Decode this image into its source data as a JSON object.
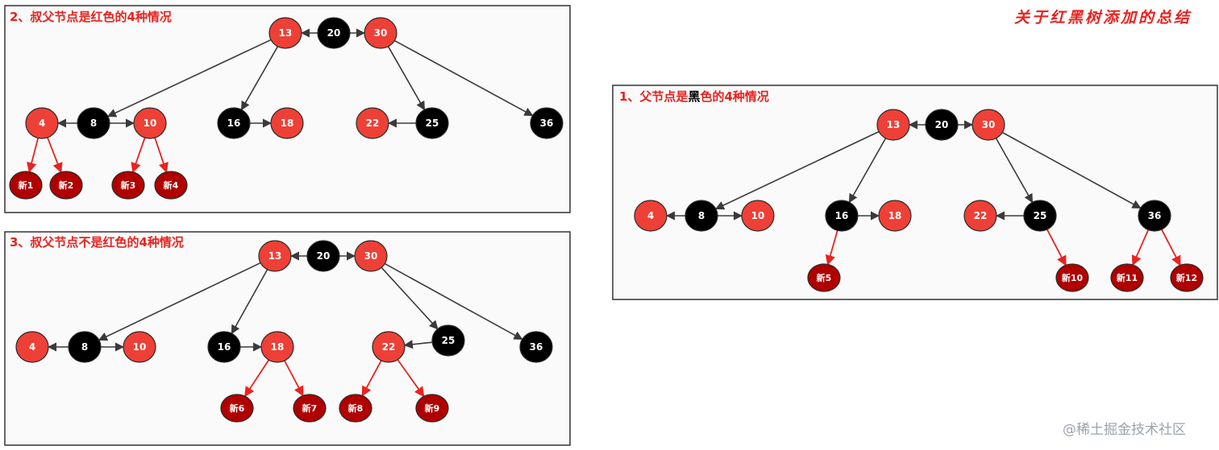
{
  "page_title": "关于红黑树添加的总结",
  "watermark": "@稀土掘金技术社区",
  "colors": {
    "red_node": "#ee4036",
    "dark_red_node": "#b00000",
    "black_node": "#000000",
    "edge": "#3a3a3a",
    "red_edge": "#e8231f",
    "title_red": "#e8231f",
    "panel_bg": "#fafafa",
    "panel_border": "#333333"
  },
  "panels": [
    {
      "id": "case-1",
      "title_parts": [
        "1、父节点是",
        "黑",
        "色的4种情况"
      ],
      "nodes": [
        {
          "id": "13",
          "label": "13",
          "color": "red"
        },
        {
          "id": "20",
          "label": "20",
          "color": "black"
        },
        {
          "id": "30",
          "label": "30",
          "color": "red"
        },
        {
          "id": "4",
          "label": "4",
          "color": "red"
        },
        {
          "id": "8",
          "label": "8",
          "color": "black"
        },
        {
          "id": "10",
          "label": "10",
          "color": "red"
        },
        {
          "id": "16",
          "label": "16",
          "color": "black"
        },
        {
          "id": "18",
          "label": "18",
          "color": "red"
        },
        {
          "id": "22",
          "label": "22",
          "color": "red"
        },
        {
          "id": "25",
          "label": "25",
          "color": "black"
        },
        {
          "id": "36",
          "label": "36",
          "color": "black"
        },
        {
          "id": "n5",
          "label": "新5",
          "color": "darkred"
        },
        {
          "id": "n10",
          "label": "新10",
          "color": "darkred"
        },
        {
          "id": "n11",
          "label": "新11",
          "color": "darkred"
        },
        {
          "id": "n12",
          "label": "新12",
          "color": "darkred"
        }
      ],
      "edges": [
        {
          "from": "20",
          "to": "13",
          "kind": "normal"
        },
        {
          "from": "20",
          "to": "30",
          "kind": "normal"
        },
        {
          "from": "13",
          "to": "8",
          "kind": "normal"
        },
        {
          "from": "13",
          "to": "16",
          "kind": "normal"
        },
        {
          "from": "30",
          "to": "25",
          "kind": "normal"
        },
        {
          "from": "30",
          "to": "36",
          "kind": "normal"
        },
        {
          "from": "8",
          "to": "4",
          "kind": "normal"
        },
        {
          "from": "8",
          "to": "10",
          "kind": "normal"
        },
        {
          "from": "16",
          "to": "18",
          "kind": "normal"
        },
        {
          "from": "25",
          "to": "22",
          "kind": "normal"
        },
        {
          "from": "16",
          "to": "n5",
          "kind": "new"
        },
        {
          "from": "25",
          "to": "n10",
          "kind": "new"
        },
        {
          "from": "36",
          "to": "n11",
          "kind": "new"
        },
        {
          "from": "36",
          "to": "n12",
          "kind": "new"
        }
      ]
    },
    {
      "id": "case-2",
      "title_parts": [
        "2、叔父节点是红色的4种情况"
      ],
      "nodes": [
        {
          "id": "13",
          "label": "13",
          "color": "red"
        },
        {
          "id": "20",
          "label": "20",
          "color": "black"
        },
        {
          "id": "30",
          "label": "30",
          "color": "red"
        },
        {
          "id": "4",
          "label": "4",
          "color": "red"
        },
        {
          "id": "8",
          "label": "8",
          "color": "black"
        },
        {
          "id": "10",
          "label": "10",
          "color": "red"
        },
        {
          "id": "16",
          "label": "16",
          "color": "black"
        },
        {
          "id": "18",
          "label": "18",
          "color": "red"
        },
        {
          "id": "22",
          "label": "22",
          "color": "red"
        },
        {
          "id": "25",
          "label": "25",
          "color": "black"
        },
        {
          "id": "36",
          "label": "36",
          "color": "black"
        },
        {
          "id": "n1",
          "label": "新1",
          "color": "darkred"
        },
        {
          "id": "n2",
          "label": "新2",
          "color": "darkred"
        },
        {
          "id": "n3",
          "label": "新3",
          "color": "darkred"
        },
        {
          "id": "n4",
          "label": "新4",
          "color": "darkred"
        }
      ],
      "edges": [
        {
          "from": "20",
          "to": "13",
          "kind": "normal"
        },
        {
          "from": "20",
          "to": "30",
          "kind": "normal"
        },
        {
          "from": "13",
          "to": "8",
          "kind": "normal"
        },
        {
          "from": "13",
          "to": "16",
          "kind": "normal"
        },
        {
          "from": "30",
          "to": "25",
          "kind": "normal"
        },
        {
          "from": "30",
          "to": "36",
          "kind": "normal"
        },
        {
          "from": "8",
          "to": "4",
          "kind": "normal"
        },
        {
          "from": "8",
          "to": "10",
          "kind": "normal"
        },
        {
          "from": "16",
          "to": "18",
          "kind": "normal"
        },
        {
          "from": "25",
          "to": "22",
          "kind": "normal"
        },
        {
          "from": "4",
          "to": "n1",
          "kind": "new"
        },
        {
          "from": "4",
          "to": "n2",
          "kind": "new"
        },
        {
          "from": "10",
          "to": "n3",
          "kind": "new"
        },
        {
          "from": "10",
          "to": "n4",
          "kind": "new"
        }
      ]
    },
    {
      "id": "case-3",
      "title_parts": [
        "3、叔父节点不是红色的4种情况"
      ],
      "nodes": [
        {
          "id": "13",
          "label": "13",
          "color": "red"
        },
        {
          "id": "20",
          "label": "20",
          "color": "black"
        },
        {
          "id": "30",
          "label": "30",
          "color": "red"
        },
        {
          "id": "4",
          "label": "4",
          "color": "red"
        },
        {
          "id": "8",
          "label": "8",
          "color": "black"
        },
        {
          "id": "10",
          "label": "10",
          "color": "red"
        },
        {
          "id": "16",
          "label": "16",
          "color": "black"
        },
        {
          "id": "18",
          "label": "18",
          "color": "red"
        },
        {
          "id": "22",
          "label": "22",
          "color": "red"
        },
        {
          "id": "25",
          "label": "25",
          "color": "black"
        },
        {
          "id": "36",
          "label": "36",
          "color": "black"
        },
        {
          "id": "n6",
          "label": "新6",
          "color": "darkred"
        },
        {
          "id": "n7",
          "label": "新7",
          "color": "darkred"
        },
        {
          "id": "n8",
          "label": "新8",
          "color": "darkred"
        },
        {
          "id": "n9",
          "label": "新9",
          "color": "darkred"
        }
      ],
      "edges": [
        {
          "from": "20",
          "to": "13",
          "kind": "normal"
        },
        {
          "from": "20",
          "to": "30",
          "kind": "normal"
        },
        {
          "from": "13",
          "to": "8",
          "kind": "normal"
        },
        {
          "from": "13",
          "to": "16",
          "kind": "normal"
        },
        {
          "from": "30",
          "to": "25",
          "kind": "normal"
        },
        {
          "from": "30",
          "to": "36",
          "kind": "normal"
        },
        {
          "from": "8",
          "to": "4",
          "kind": "normal"
        },
        {
          "from": "8",
          "to": "10",
          "kind": "normal"
        },
        {
          "from": "16",
          "to": "18",
          "kind": "normal"
        },
        {
          "from": "25",
          "to": "22",
          "kind": "normal"
        },
        {
          "from": "18",
          "to": "n6",
          "kind": "new"
        },
        {
          "from": "18",
          "to": "n7",
          "kind": "new"
        },
        {
          "from": "22",
          "to": "n8",
          "kind": "new"
        },
        {
          "from": "22",
          "to": "n9",
          "kind": "new"
        }
      ]
    }
  ]
}
